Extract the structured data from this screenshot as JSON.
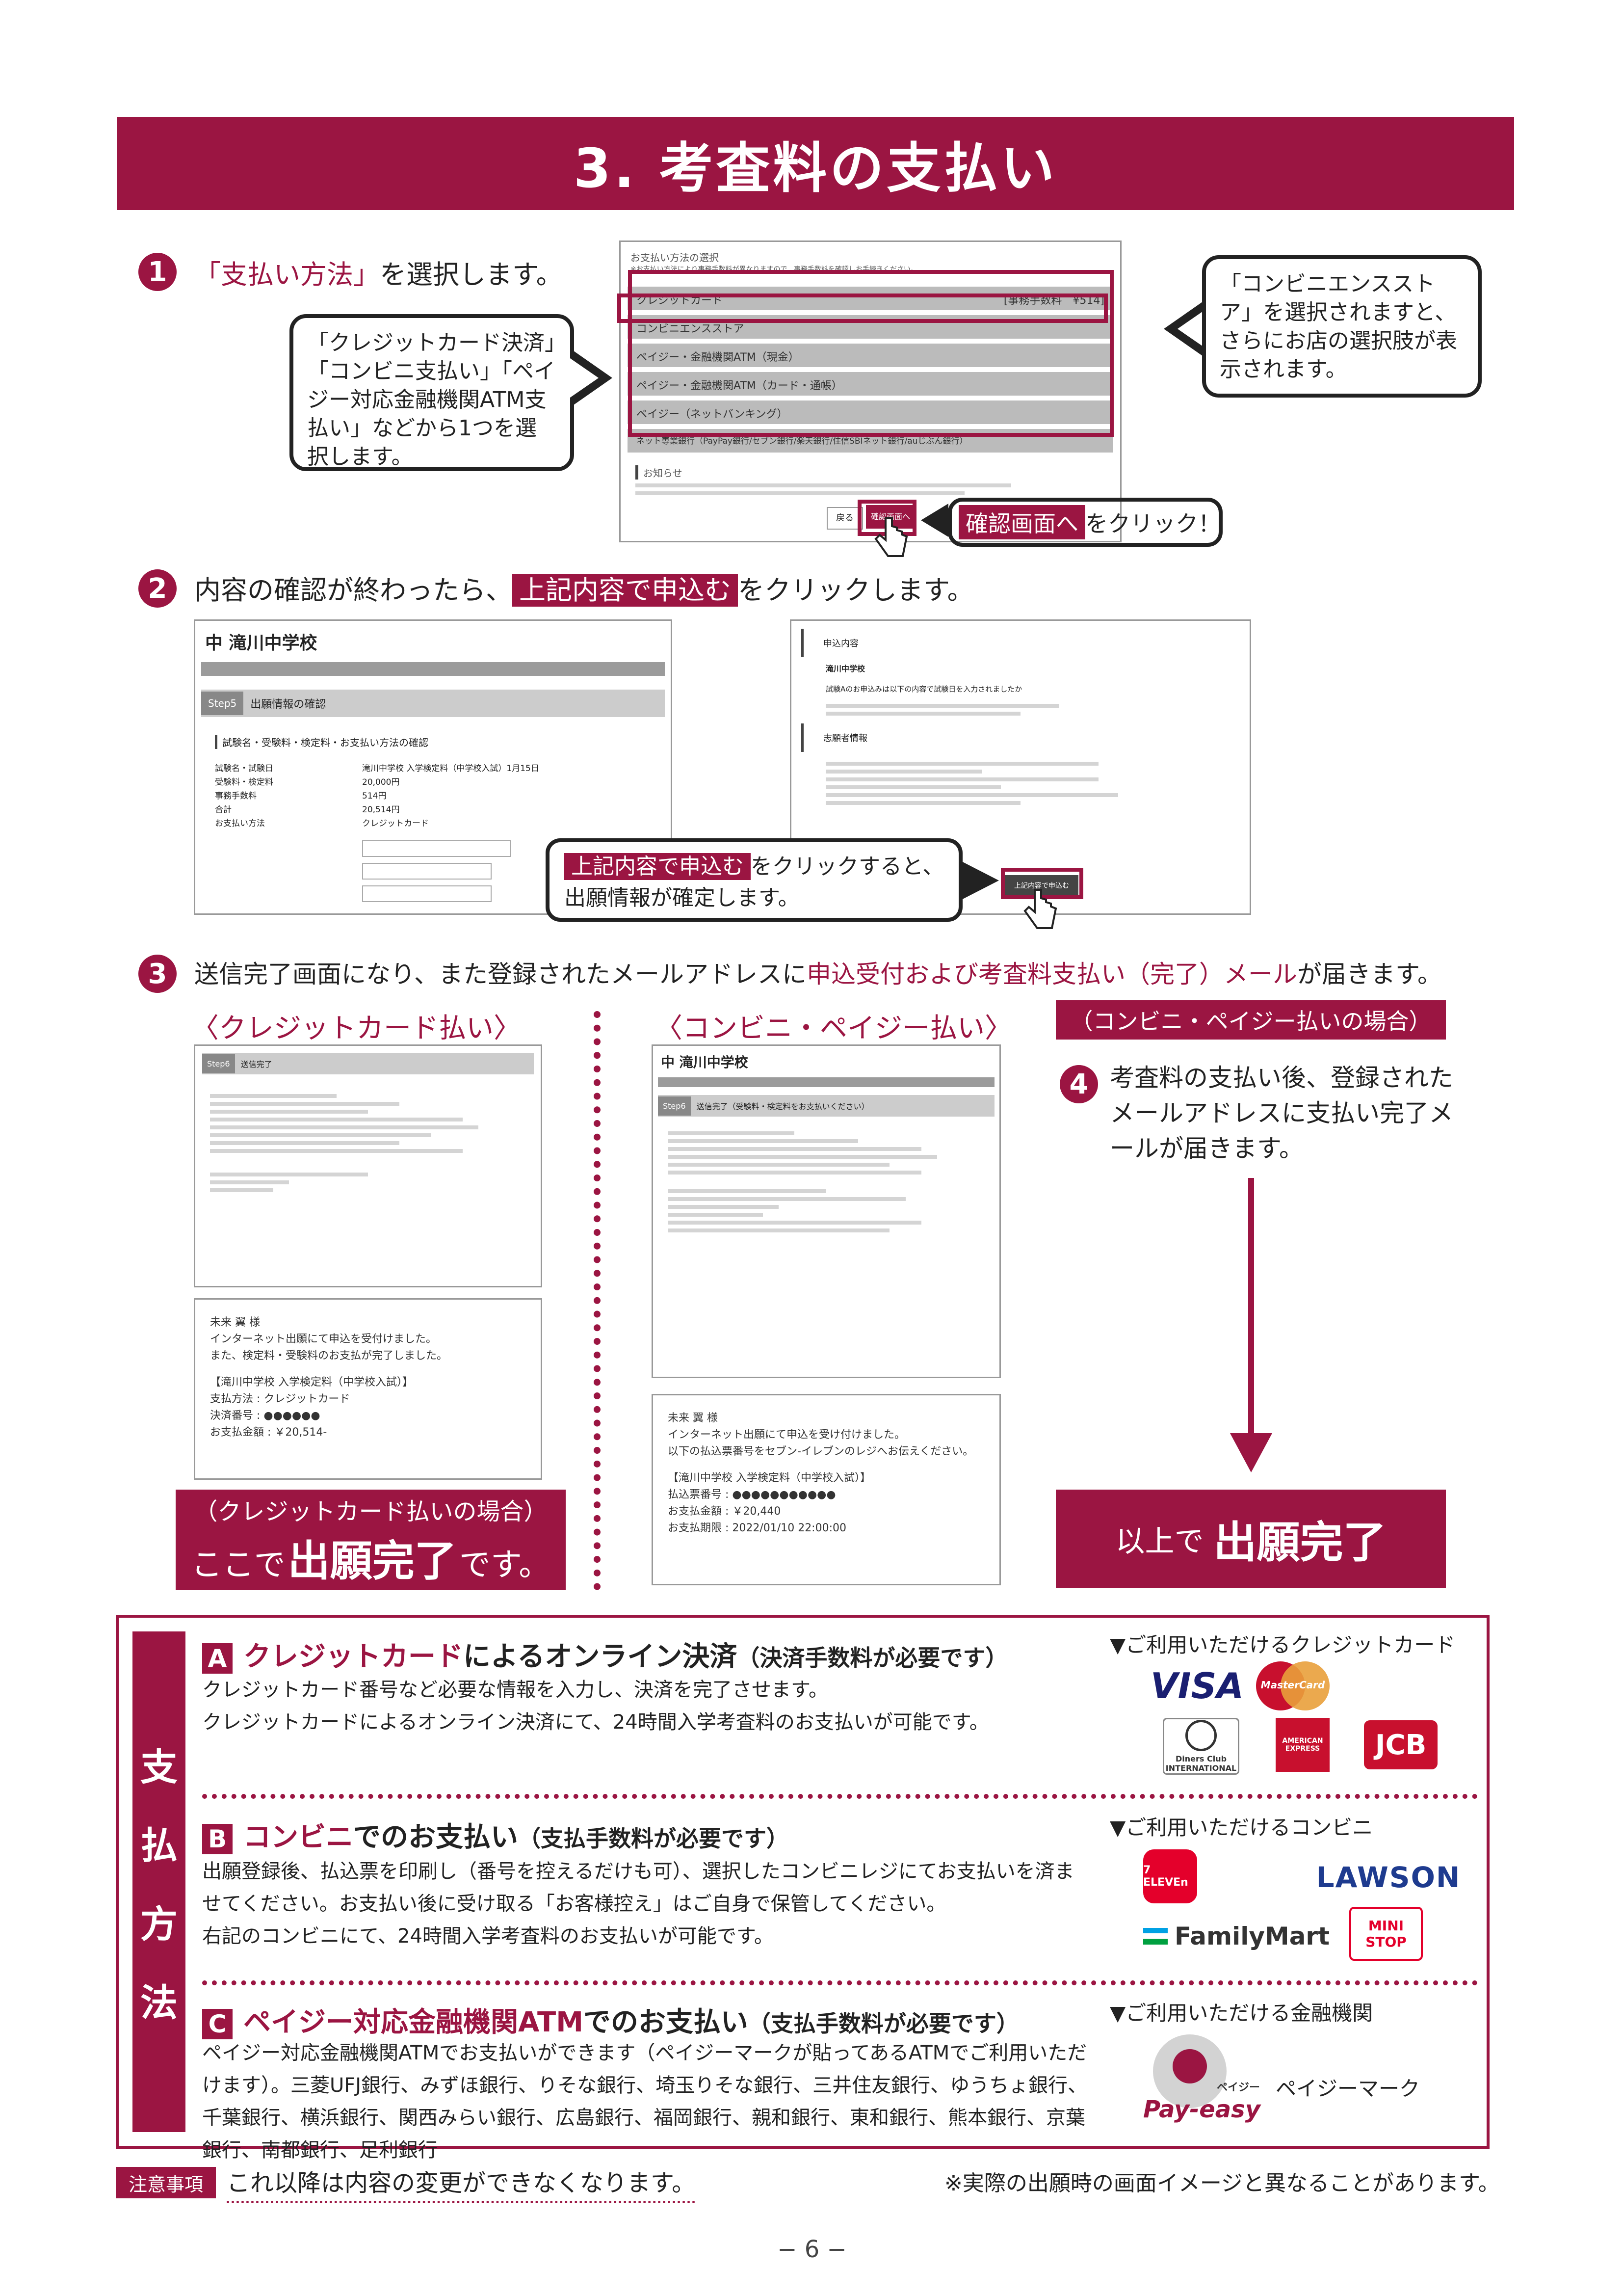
{
  "title": "3. 考査料の支払い",
  "step1": {
    "num": "1",
    "highlight": "「支払い方法」",
    "text": "を選択します。",
    "left_callout": "「クレジットカード決済」「コンビニ支払い」「ペイジー対応金融機関ATM支払い」などから1つを選択します。",
    "right_callout": "「コンビニエンスストア」を選択されますと、さらにお店の選択肢が表示されます。",
    "confirm_label": "確認画面へ",
    "confirm_suffix": "をクリック！",
    "screen": {
      "heading": "お支払い方法の選択",
      "note": "※お支払い方法により事務手数料が異なりますので、事務手数料を確認しお手続きください。",
      "options": [
        {
          "label": "クレジットカード",
          "fee": "[事務手数料　¥514]"
        },
        {
          "label": "コンビニエンスストア",
          "fee": ""
        },
        {
          "label": "ペイジー・金融機関ATM（現金）",
          "fee": ""
        },
        {
          "label": "ペイジー・金融機関ATM（カード・通帳）",
          "fee": ""
        },
        {
          "label": "ペイジー（ネットバンキング）",
          "fee": ""
        },
        {
          "label": "ネット専業銀行（PayPay銀行/セブン銀行/楽天銀行/住信SBIネット銀行/auじぶん銀行）",
          "fee": ""
        }
      ],
      "notice_title": "お知らせ",
      "back_btn": "戻る",
      "next_btn": "確認画面へ"
    }
  },
  "step2": {
    "num": "2",
    "text_before": "内容の確認が終わったら、",
    "button": "上記内容で申込む",
    "text_after": "をクリックします。",
    "school": "中 滝川中学校",
    "step_badge": "Step5",
    "step_title": "出願情報の確認",
    "section_title": "試験名・受験料・検定料・お支払い方法の確認",
    "rows": [
      {
        "k": "試験名・試験日",
        "v": "滝川中学校 入学検定料（中学校入試）1月15日"
      },
      {
        "k": "受験料・検定料",
        "v": "20,000円"
      },
      {
        "k": "事務手数料",
        "v": "514円"
      },
      {
        "k": "合計",
        "v": "20,514円"
      },
      {
        "k": "お支払い方法",
        "v": "クレジットカード"
      }
    ],
    "right_panel": {
      "title": "申込内容",
      "school": "滝川中学校",
      "q1": "試験Aのお申込みは以下の内容で試験日を入力されましたか",
      "profile": "志願者情報"
    },
    "callout_button": "上記内容で申込む",
    "callout_text1": "をクリックすると、",
    "callout_text2": "出願情報が確定します。",
    "btn_small": "上記内容で申込む"
  },
  "step3": {
    "num": "3",
    "text_before": "送信完了画面になり、また登録されたメールアドレスに",
    "highlight": "申込受付および考査料支払い（完了）メール",
    "text_after": "が届きます。",
    "credit_head": "〈クレジットカード払い〉",
    "conv_head": "〈コンビニ・ペイジー払い〉",
    "conv_case": "（コンビニ・ペイジー払いの場合）",
    "credit_shot_step": "Step6",
    "credit_shot_title": "送信完了",
    "conv_shot_title": "送信完了（受験料・検定料をお支払いください）",
    "mail1": [
      "未来 翼 様",
      "インターネット出願にて申込を受付けました。",
      "また、検定料・受験料のお支払が完了しました。",
      "【滝川中学校 入学検定料（中学校入試）】",
      "支払方法 : クレジットカード",
      "決済番号 : ●●●●●●",
      "お支払金額 : ￥20,514-"
    ],
    "mail2": [
      "未来 翼 様",
      "インターネット出願にて申込を受け付けました。",
      "以下の払込票番号をセブン-イレブンのレジへお伝えください。",
      "【滝川中学校 入学検定料（中学校入試）】",
      "払込票番号 : ●●●●●●●●●●●",
      "お支払金額 : ￥20,440",
      "お支払期限 : 2022/01/10 22:00:00"
    ],
    "credit_done_small": "（クレジットカード払いの場合）",
    "credit_done_big1": "ここで",
    "credit_done_big2": "出願完了",
    "credit_done_big3": "です。"
  },
  "step4": {
    "num": "4",
    "text": "考査料の支払い後、登録されたメールアドレスに支払い完了メールが届きます。",
    "done1": "以上で",
    "done2": "出願完了"
  },
  "payment": {
    "side": [
      "支",
      "払",
      "方",
      "法"
    ],
    "a": {
      "badge": "A",
      "head": "クレジットカード",
      "head2": "によるオンライン決済",
      "note": "（決済手数料が必要です）",
      "line1": "クレジットカード番号など必要な情報を入力し、決済を完了させます。",
      "line2": "クレジットカードによるオンライン決済にて、24時間入学考査料のお支払いが可能です。",
      "avail": "▼ご利用いただけるクレジットカード",
      "logos": [
        "VISA",
        "MasterCard",
        "Diners Club INTERNATIONAL",
        "AMERICAN EXPRESS",
        "JCB"
      ]
    },
    "b": {
      "badge": "B",
      "head": "コンビニ",
      "head2": "でのお支払い",
      "note": "（支払手数料が必要です）",
      "line1": "出願登録後、払込票を印刷し（番号を控えるだけも可）、選択したコンビニレジにてお支払いを済ませてください。お支払い後に受け取る「お客様控え」はご自身で保管してください。",
      "line2": "右記のコンビニにて、24時間入学考査料のお支払いが可能です。",
      "avail": "▼ご利用いただけるコンビニ",
      "logos": [
        "7 ELEVEn",
        "LAWSON",
        "FamilyMart",
        "MINI STOP"
      ]
    },
    "c": {
      "badge": "C",
      "head": "ペイジー対応金融機関ATM",
      "head2": "でのお支払い",
      "note": "（支払手数料が必要です）",
      "line1": "ペイジー対応金融機関ATMでお支払いができます（ペイジーマークが貼ってあるATMでご利用いただけます）。三菱UFJ銀行、みずほ銀行、りそな銀行、埼玉りそな銀行、三井住友銀行、ゆうちょ銀行、千葉銀行、横浜銀行、関西みらい銀行、広島銀行、福岡銀行、親和銀行、東和銀行、熊本銀行、京葉銀行、南都銀行、足利銀行",
      "avail": "▼ご利用いただける金融機関",
      "logo": "Pay-easy",
      "logo_sub": "ペイジー",
      "mark": "ペイジーマーク"
    }
  },
  "footer": {
    "badge": "注意事項",
    "note": "これ以降は内容の変更ができなくなります。",
    "disclaimer": "※実際の出願時の画面イメージと異なることがあります。",
    "page": "− 6 −"
  },
  "colors": {
    "accent": "#9b1542"
  }
}
